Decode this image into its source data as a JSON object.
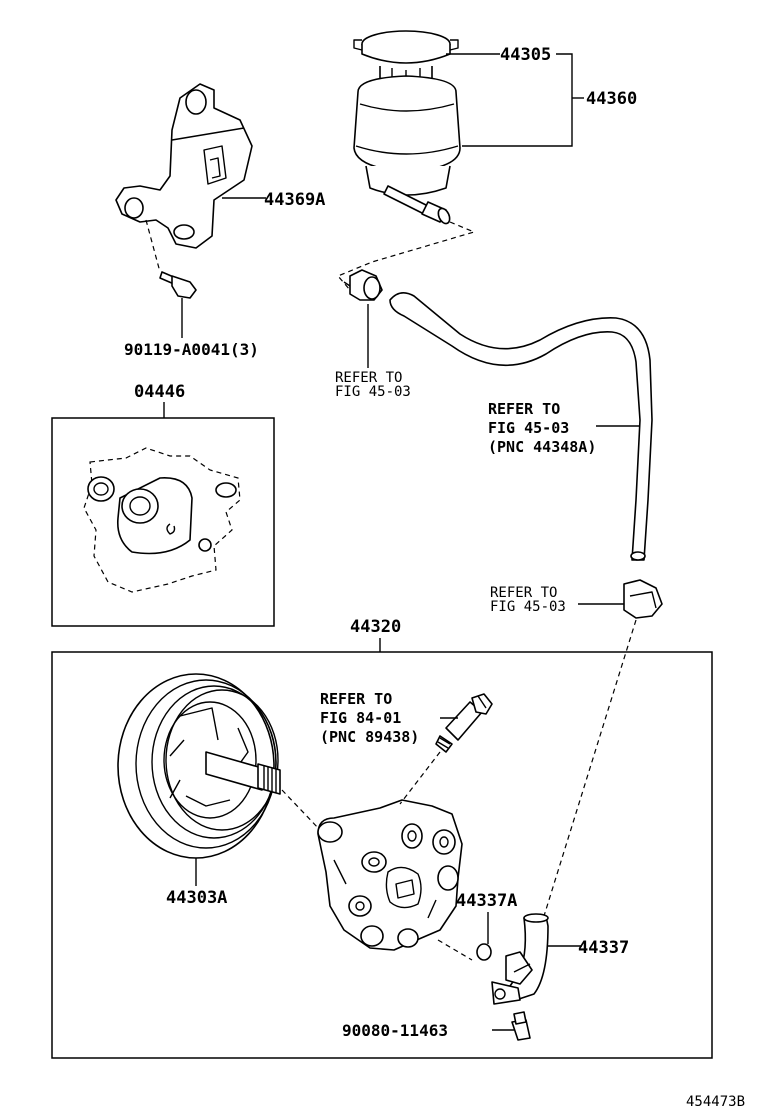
{
  "labels": {
    "cap": "44305",
    "reservoir": "44360",
    "bracket": "44369A",
    "bolt_upper": "90119-A0041(3)",
    "gasket_kit": "04446",
    "pump_assy": "44320",
    "pulley": "44303A",
    "oring": "44337A",
    "union": "44337",
    "bolt_lower": "90080-11463"
  },
  "refs": {
    "clamp_upper": [
      "REFER TO",
      "FIG 45-03"
    ],
    "hose": [
      "REFER TO",
      "FIG 45-03",
      "(PNC 44348A)"
    ],
    "clamp_lower": [
      "REFER TO",
      "FIG 45-03"
    ],
    "sensor": [
      "REFER TO",
      "FIG 84-01",
      "(PNC 89438)"
    ]
  },
  "figure_id": "454473B"
}
